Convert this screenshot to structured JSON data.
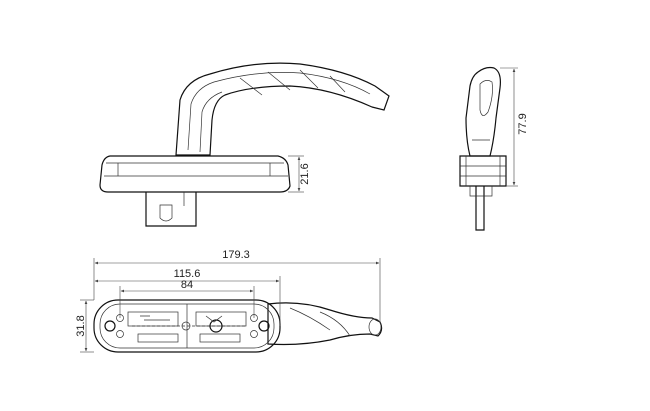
{
  "dimensions": {
    "side_base_height": "21.6",
    "end_total_height": "77.9",
    "plan_total_length": "179.3",
    "plan_base_length": "115.6",
    "plan_hole_spacing": "84",
    "plan_base_width": "31.8"
  }
}
